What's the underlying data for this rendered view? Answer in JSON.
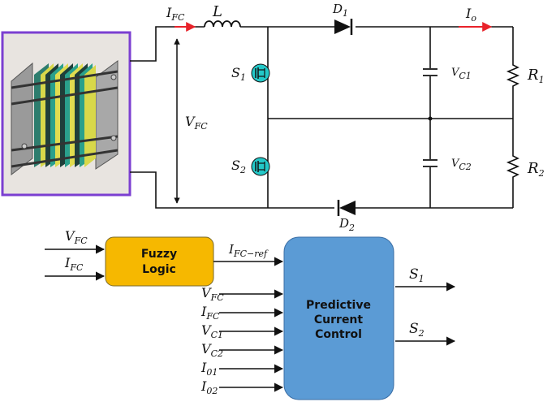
{
  "circuit": {
    "current_in": {
      "main": "I",
      "sub": "FC"
    },
    "inductor": "L",
    "diode1": {
      "main": "D",
      "sub": "1"
    },
    "diode2": {
      "main": "D",
      "sub": "2"
    },
    "output_current": {
      "main": "I",
      "sub": "o"
    },
    "voltage_fc": {
      "main": "V",
      "sub": "FC"
    },
    "switch1": {
      "main": "S",
      "sub": "1"
    },
    "switch2": {
      "main": "S",
      "sub": "2"
    },
    "cap1": {
      "main": "V",
      "sub": "C1"
    },
    "cap2": {
      "main": "V",
      "sub": "C2"
    },
    "res1": {
      "main": "R",
      "sub": "1"
    },
    "res2": {
      "main": "R",
      "sub": "2"
    },
    "colors": {
      "current_arrow": "#e8222a",
      "switch": "#23c8c8",
      "frame": "#7b3fd1"
    }
  },
  "control": {
    "fuzzy": {
      "line1": "Fuzzy",
      "line2": "Logic",
      "color": "#f6b800"
    },
    "pcc": {
      "line1": "Predictive",
      "line2": "Current",
      "line3": "Control",
      "color": "#5b9bd5"
    },
    "fuzzy_inputs": [
      {
        "main": "V",
        "sub": "FC"
      },
      {
        "main": "I",
        "sub": "FC"
      }
    ],
    "ref_signal": {
      "main": "I",
      "sub": "FC−ref"
    },
    "pcc_inputs": [
      {
        "main": "V",
        "sub": "FC"
      },
      {
        "main": "I",
        "sub": "FC"
      },
      {
        "main": "V",
        "sub": "C1"
      },
      {
        "main": "V",
        "sub": "C2"
      },
      {
        "main": "I",
        "sub": "01"
      },
      {
        "main": "I",
        "sub": "02"
      }
    ],
    "outputs": [
      {
        "main": "S",
        "sub": "1"
      },
      {
        "main": "S",
        "sub": "2"
      }
    ]
  }
}
